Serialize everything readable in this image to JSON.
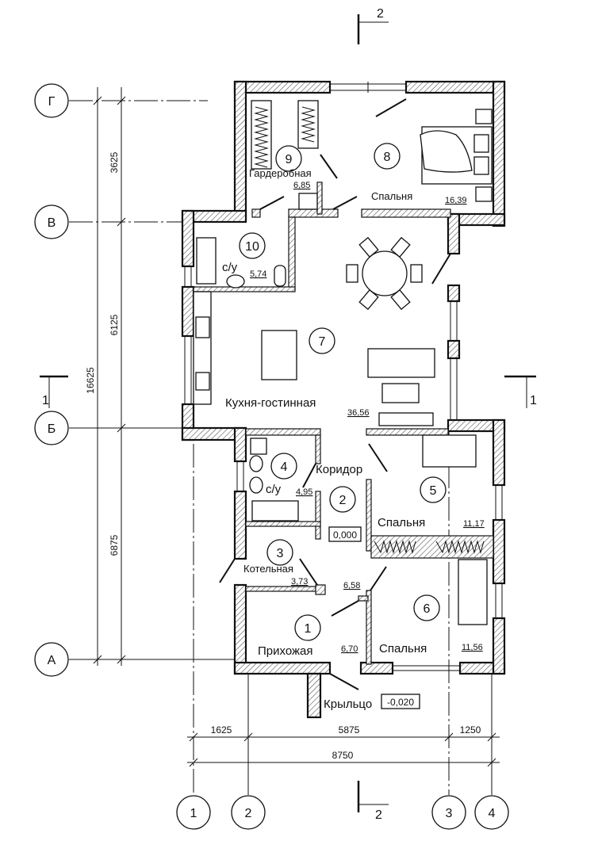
{
  "plan": {
    "rooms": [
      {
        "number": "1",
        "name": "Прихожая",
        "area": "6,70"
      },
      {
        "number": "2",
        "name": "Коридор",
        "area": "6,58"
      },
      {
        "number": "3",
        "name": "Котельная",
        "area": "3,73"
      },
      {
        "number": "4",
        "name": "с/у",
        "area": "4,95"
      },
      {
        "number": "5",
        "name": "Спальня",
        "area": "11,17"
      },
      {
        "number": "6",
        "name": "Спальня",
        "area": "11,56"
      },
      {
        "number": "7",
        "name": "Кухня-гостинная",
        "area": "36,56"
      },
      {
        "number": "8",
        "name": "Спальня",
        "area": "16,39"
      },
      {
        "number": "9",
        "name": "Гардеробная",
        "area": "6,85"
      },
      {
        "number": "10",
        "name": "с/у",
        "area": "5,74"
      }
    ],
    "porch_label": "Крыльцо",
    "levels": {
      "floor": "0,000",
      "porch": "-0,020"
    },
    "axes_rows": [
      "Г",
      "В",
      "Б",
      "А"
    ],
    "axes_cols": [
      "1",
      "2",
      "3",
      "4"
    ],
    "dims_vertical": [
      "3625",
      "6125",
      "6875",
      "16625"
    ],
    "dims_horizontal": [
      "1625",
      "5875",
      "1250",
      "8750"
    ],
    "sections": {
      "top": "2",
      "bottom": "2",
      "left": "1",
      "right": "1"
    }
  }
}
